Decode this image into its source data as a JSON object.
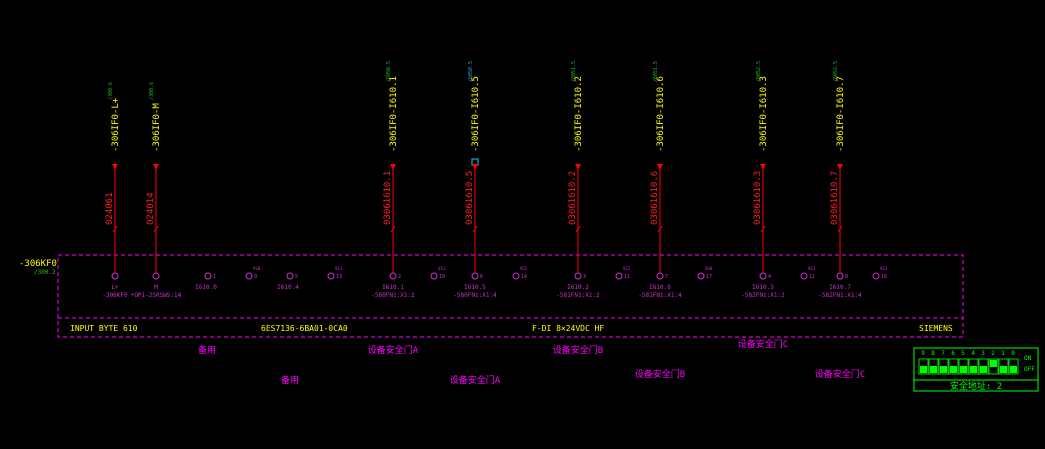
{
  "module": {
    "tag": "-306KF0",
    "tag_ref": "/300.2",
    "input_byte": "INPUT BYTE 610",
    "order_no": "6ES7136-6BA01-0CA0",
    "description": "F-DI 8×24VDC HF",
    "manufacturer": "SIEMENS"
  },
  "colors": {
    "background": "#000000",
    "wire": "#ff0000",
    "wire_label": "#ff2020",
    "signal_text": "#ffff00",
    "ref_text": "#22bb22",
    "box": "#ff00ff",
    "terminal": "#cc33cc",
    "highlight": "#22aadd",
    "dip": "#00ff00"
  },
  "wires": [
    {
      "signal": "-306IF0-L+",
      "ref": "/300.6",
      "wire_no": "024061",
      "term_name": "L+",
      "term_ref": "-306KF0",
      "highlight": false
    },
    {
      "signal": "-306IF0-M",
      "ref": "/300.6",
      "wire_no": "024014",
      "term_name": "M",
      "term_ref": "+OP1-2SRSW5:14",
      "highlight": false
    },
    {
      "signal": "-306IF0-I610.1",
      "ref": "/6050.5",
      "wire_no": "03061610.1",
      "term_name": "I610.1",
      "term_ref": "-580FN1:X1:2",
      "highlight": false
    },
    {
      "signal": "-306IF0-I610.5",
      "ref": "/6050.5",
      "wire_no": "03061610.5",
      "term_name": "I610.5",
      "term_ref": "-580FN1:X1:4",
      "highlight": true
    },
    {
      "signal": "-306IF0-I610.2",
      "ref": "/6051.5",
      "wire_no": "03061610.2",
      "term_name": "I610.2",
      "term_ref": "-581FN1:X1:2",
      "highlight": false
    },
    {
      "signal": "-306IF0-I610.6",
      "ref": "/6051.5",
      "wire_no": "03061610.6",
      "term_name": "I610.6",
      "term_ref": "-581FN1:X1:4",
      "highlight": false
    },
    {
      "signal": "-306IF0-I610.3",
      "ref": "/6052.5",
      "wire_no": "03061610.3",
      "term_name": "I610.3",
      "term_ref": "-582FN1:X1:2",
      "highlight": false
    },
    {
      "signal": "-306IF0-I610.7",
      "ref": "/6052.5",
      "wire_no": "03061610.7",
      "term_name": "I610.7",
      "term_ref": "-582FN1:X1:4",
      "highlight": false
    }
  ],
  "pins": [
    {
      "num": "2",
      "label": ""
    },
    {
      "num": "1",
      "label": "I610.0"
    },
    {
      "num": "9",
      "label": "VS0"
    },
    {
      "num": "5",
      "label": "I610.4"
    },
    {
      "num": "13",
      "label": "VS1"
    },
    {
      "num": "10",
      "label": "VS1"
    },
    {
      "num": "14",
      "label": "VS2"
    },
    {
      "num": "11",
      "label": "VS2"
    },
    {
      "num": "17",
      "label": "VS0"
    },
    {
      "num": "12",
      "label": "VS3"
    },
    {
      "num": "16",
      "label": "VS3"
    }
  ],
  "wire_pins": [
    "1",
    "2",
    "6",
    "3",
    "7",
    "4",
    "8"
  ],
  "notes": [
    {
      "text": "备用"
    },
    {
      "text": "备用"
    },
    {
      "text": "设备安全门A"
    },
    {
      "text": "设备安全门A"
    },
    {
      "text": "设备安全门B"
    },
    {
      "text": "设备安全门B"
    },
    {
      "text": "设备安全门C"
    },
    {
      "text": "设备安全门C"
    }
  ],
  "dip_switch": {
    "labels": [
      "9",
      "8",
      "7",
      "6",
      "5",
      "4",
      "3",
      "2",
      "1",
      "0"
    ],
    "on_label": "ON",
    "off_label": "OFF",
    "states": [
      "off",
      "off",
      "off",
      "off",
      "off",
      "off",
      "off",
      "on",
      "off",
      "off"
    ],
    "address_label": "安全地址: 2"
  }
}
